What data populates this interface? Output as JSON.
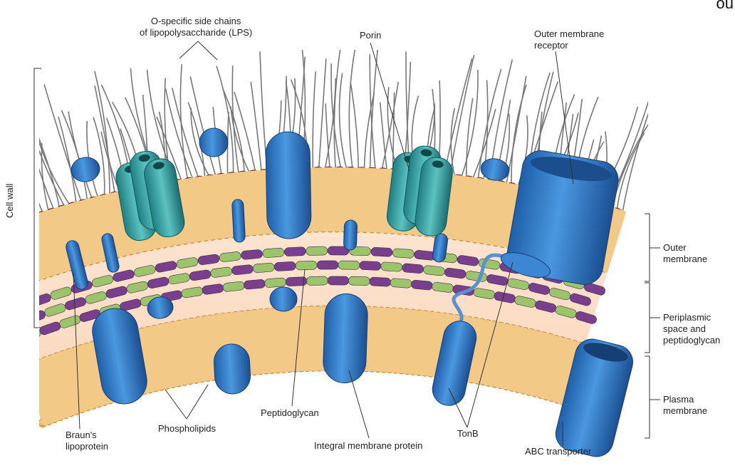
{
  "labels": {
    "lps": "O-specific side chains\nof lipopolysaccharide (LPS)",
    "porin": "Porin",
    "outer_receptor": "Outer membrane\nreceptor",
    "cell_wall": "Cell wall",
    "outer_membrane": "Outer\nmembrane",
    "periplasmic": "Periplasmic\nspace and\npeptidoglycan",
    "plasma_membrane": "Plasma\nmembrane",
    "brauns": "Braun's\nlipoprotein",
    "phospholipids": "Phospholipids",
    "peptidoglycan": "Peptidoglycan",
    "integral": "Integral membrane protein",
    "tonb": "TonB",
    "abc": "ABC transporter",
    "corner": "ou"
  },
  "colors": {
    "lipid_head": "#e8a23a",
    "lipid_tail": "#f2c987",
    "lps_head": "#8a3a22",
    "lps_chain": "#777777",
    "protein_blue": "#2e78c8",
    "porin_teal": "#3aa7a7",
    "pg_green": "#9cc46a",
    "pg_purple": "#7a3f8c",
    "leader": "#333333"
  }
}
